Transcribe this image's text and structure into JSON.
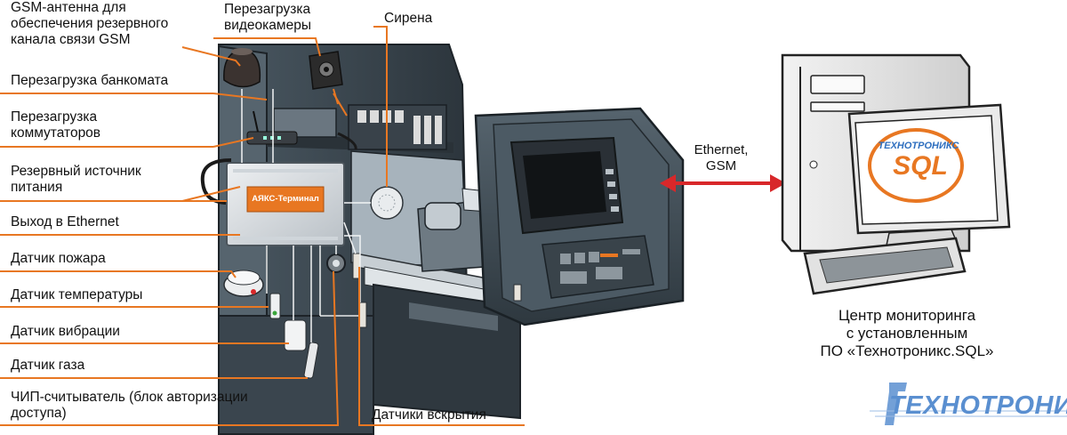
{
  "labels": {
    "gsm_antenna": "GSM-антенна для\nобеспечения резервного\nканала связи GSM",
    "atm_reboot": "Перезагрузка банкомата",
    "switch_reboot": "Перезагрузка\nкоммутаторов",
    "backup_power": "Резервный источник\nпитания",
    "ethernet_out": "Выход в Ethernet",
    "fire_sensor": "Датчик пожара",
    "temp_sensor": "Датчик температуры",
    "vibration_sensor": "Датчик вибрации",
    "gas_sensor": "Датчик газа",
    "chip_reader": "ЧИП-считыватель (блок авторизации\nдоступа)",
    "camera_reboot": "Перезагрузка\nвидеокамеры",
    "siren": "Сирена",
    "opening_sensors": "Датчики вскрытия"
  },
  "device_label": "АЯКС-Терминал",
  "link_label": "Ethernet,\nGSM",
  "monitor_logo": {
    "top": "ТЕХНОТРОНИКС",
    "bottom": "SQL"
  },
  "monitoring_center": "Центр мониторинга\nс установленным\nПО «Технотроникс.SQL»",
  "brand": "ТЕХНОТРОНИКС",
  "colors": {
    "leader": "#e87722",
    "arrow": "#d8282a",
    "atm_body": "#3b4650",
    "device_orange": "#e87722",
    "brand_blue": "#5a8fd0"
  }
}
